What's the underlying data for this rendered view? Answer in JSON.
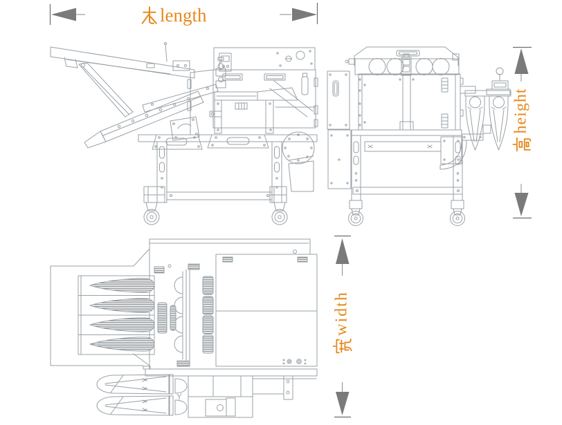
{
  "colors": {
    "background": "#ffffff",
    "label_orange": "#E6891E",
    "dimension_arrow_gray": "#7A7A7A",
    "drawing_line_gray": "#9AA0A5"
  },
  "dimension_labels": {
    "length": {
      "full_text": "长length",
      "hanzi": "长",
      "latin": "length"
    },
    "height": {
      "full_text": "高height",
      "hanzi": "高",
      "latin": "height"
    },
    "width": {
      "full_text": "宽width",
      "hanzi": "宽",
      "latin": "width"
    }
  }
}
